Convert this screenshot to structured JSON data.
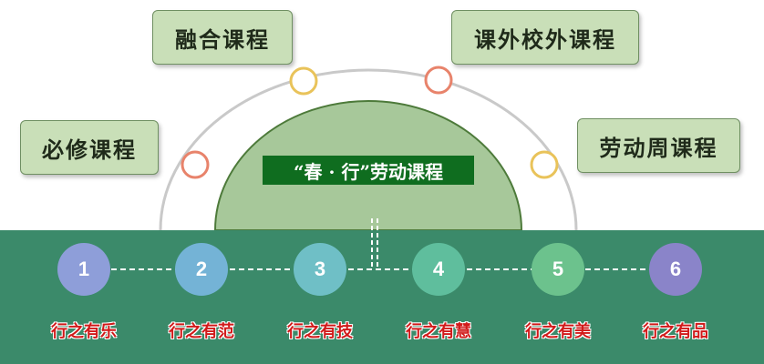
{
  "center": {
    "title": "“春 · 行”劳动课程"
  },
  "courses": [
    {
      "label": "必修课程"
    },
    {
      "label": "融合课程"
    },
    {
      "label": "课外校外课程"
    },
    {
      "label": "劳动周课程"
    }
  ],
  "steps": [
    {
      "number": "1",
      "label": "行之有乐",
      "color": "#8e9ed9"
    },
    {
      "number": "2",
      "label": "行之有范",
      "color": "#74b3d6"
    },
    {
      "number": "3",
      "label": "行之有技",
      "color": "#6fbfc6"
    },
    {
      "number": "4",
      "label": "行之有慧",
      "color": "#5fbe9d"
    },
    {
      "number": "5",
      "label": "行之有美",
      "color": "#6cc28d"
    },
    {
      "number": "6",
      "label": "行之有品",
      "color": "#8a84c9"
    }
  ],
  "colors": {
    "band": "#3b8a6a",
    "dome_fill": "#a7c89a",
    "dome_stroke": "#4d7a3a",
    "arc": "#c9c9c9",
    "node_orange": "#e8836b",
    "node_yellow": "#e9c35a",
    "label_red": "#d11a1a"
  }
}
